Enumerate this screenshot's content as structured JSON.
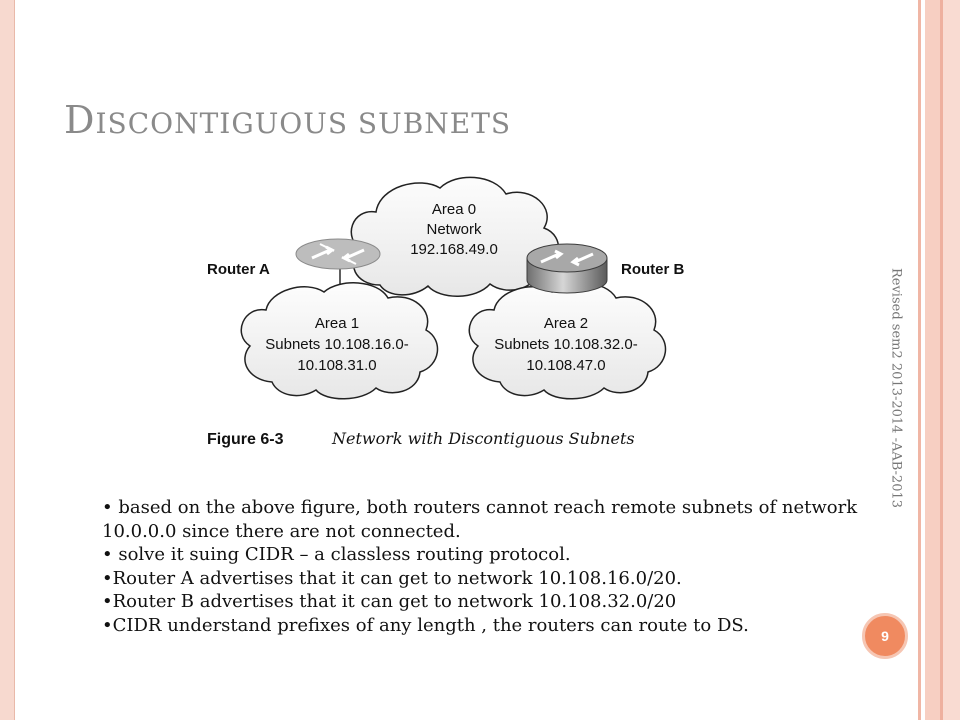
{
  "slide": {
    "title_initial": "D",
    "title_rest": "ISCONTIGUOUS SUBNETS",
    "side_note": "Revised sem2 2013-2014 -AAB-2013",
    "page_number": "9"
  },
  "diagram": {
    "area0": {
      "line1": "Area 0",
      "line2": "Network",
      "line3": "192.168.49.0"
    },
    "area1": {
      "line1": "Area 1",
      "line2": "Subnets 10.108.16.0-",
      "line3": "10.108.31.0"
    },
    "area2": {
      "line1": "Area 2",
      "line2": "Subnets 10.108.32.0-",
      "line3": "10.108.47.0"
    },
    "router_a": "Router A",
    "router_b": "Router B",
    "figure_number": "Figure 6-3",
    "figure_caption": "Network with Discontiguous Subnets"
  },
  "bullets": [
    "• based on the above figure, both routers cannot reach remote subnets of network 10.0.0.0 since there are not connected.",
    "• solve it suing CIDR – a classless routing protocol.",
    "•Router A advertises that it can get to network 10.108.16.0/20.",
    "•Router B advertises that it can get to network 10.108.32.0/20",
    "•CIDR understand prefixes of any length , the routers can route to DS."
  ]
}
